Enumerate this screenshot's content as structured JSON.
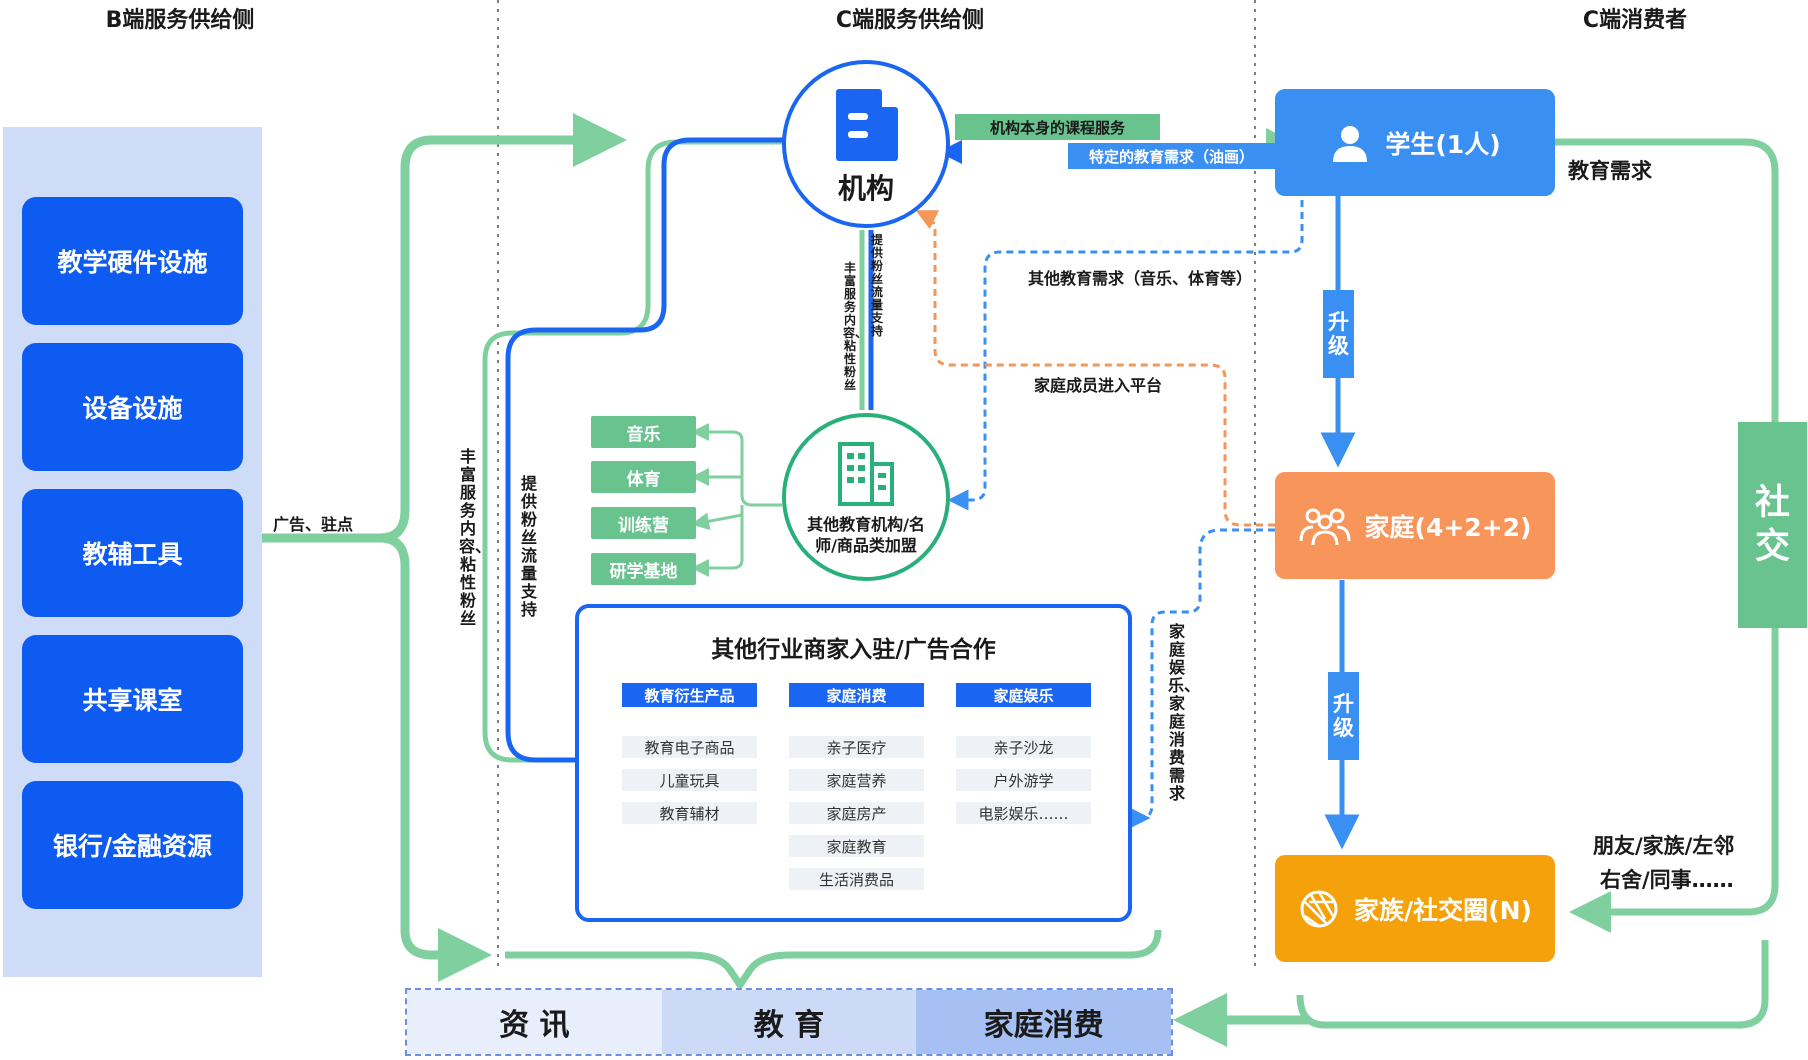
{
  "columns": {
    "b_side": "B端服务供给侧",
    "c_supply": "C端服务供给侧",
    "c_consumer": "C端消费者"
  },
  "b_items": [
    "教学硬件设施",
    "设备设施",
    "教辅工具",
    "共享课室",
    "银行/金融资源"
  ],
  "labels": {
    "ad_station": "广告、驻点",
    "enrich_content": "丰富服务内容、粘性粉丝",
    "provide_fans": "提供粉丝流量支持",
    "inst_course": "机构本身的课程服务",
    "special_need": "特定的教育需求（油画）",
    "other_need": "其他教育需求（音乐、体育等）",
    "family_join": "家庭成员进入平台",
    "edu_need": "教育需求",
    "upgrade": "升级",
    "family_demand": "家庭娱乐、家庭消费需求",
    "friends_1": "朋友/家族/左邻",
    "friends_2": "右舍/同事……",
    "social": "社交"
  },
  "institution": {
    "label": "机构"
  },
  "other_institution": {
    "label": "其他教育机构/名师/商品类加盟"
  },
  "other_tags": [
    "音乐",
    "体育",
    "训练营",
    "研学基地"
  ],
  "merchants": {
    "title": "其他行业商家入驻/广告合作",
    "categories": [
      {
        "head": "教育衍生产品",
        "items": [
          "教育电子商品",
          "儿童玩具",
          "教育辅材"
        ]
      },
      {
        "head": "家庭消费",
        "items": [
          "亲子医疗",
          "家庭营养",
          "家庭房产",
          "家庭教育",
          "生活消费品"
        ]
      },
      {
        "head": "家庭娱乐",
        "items": [
          "亲子沙龙",
          "户外游学",
          "电影娱乐……"
        ]
      }
    ]
  },
  "consumers": {
    "student": "学生(1人)",
    "family": "家庭(4+2+2)",
    "clan": "家族/社交圈(N)"
  },
  "bottom": [
    "资 讯",
    "教 育",
    "家庭消费"
  ],
  "colors": {
    "green": "#7fcf9f",
    "blue": "#1a66f2",
    "orange": "#f4965a",
    "student": "#3a8ff2",
    "family": "#f7955b",
    "clan": "#f5a10c"
  }
}
